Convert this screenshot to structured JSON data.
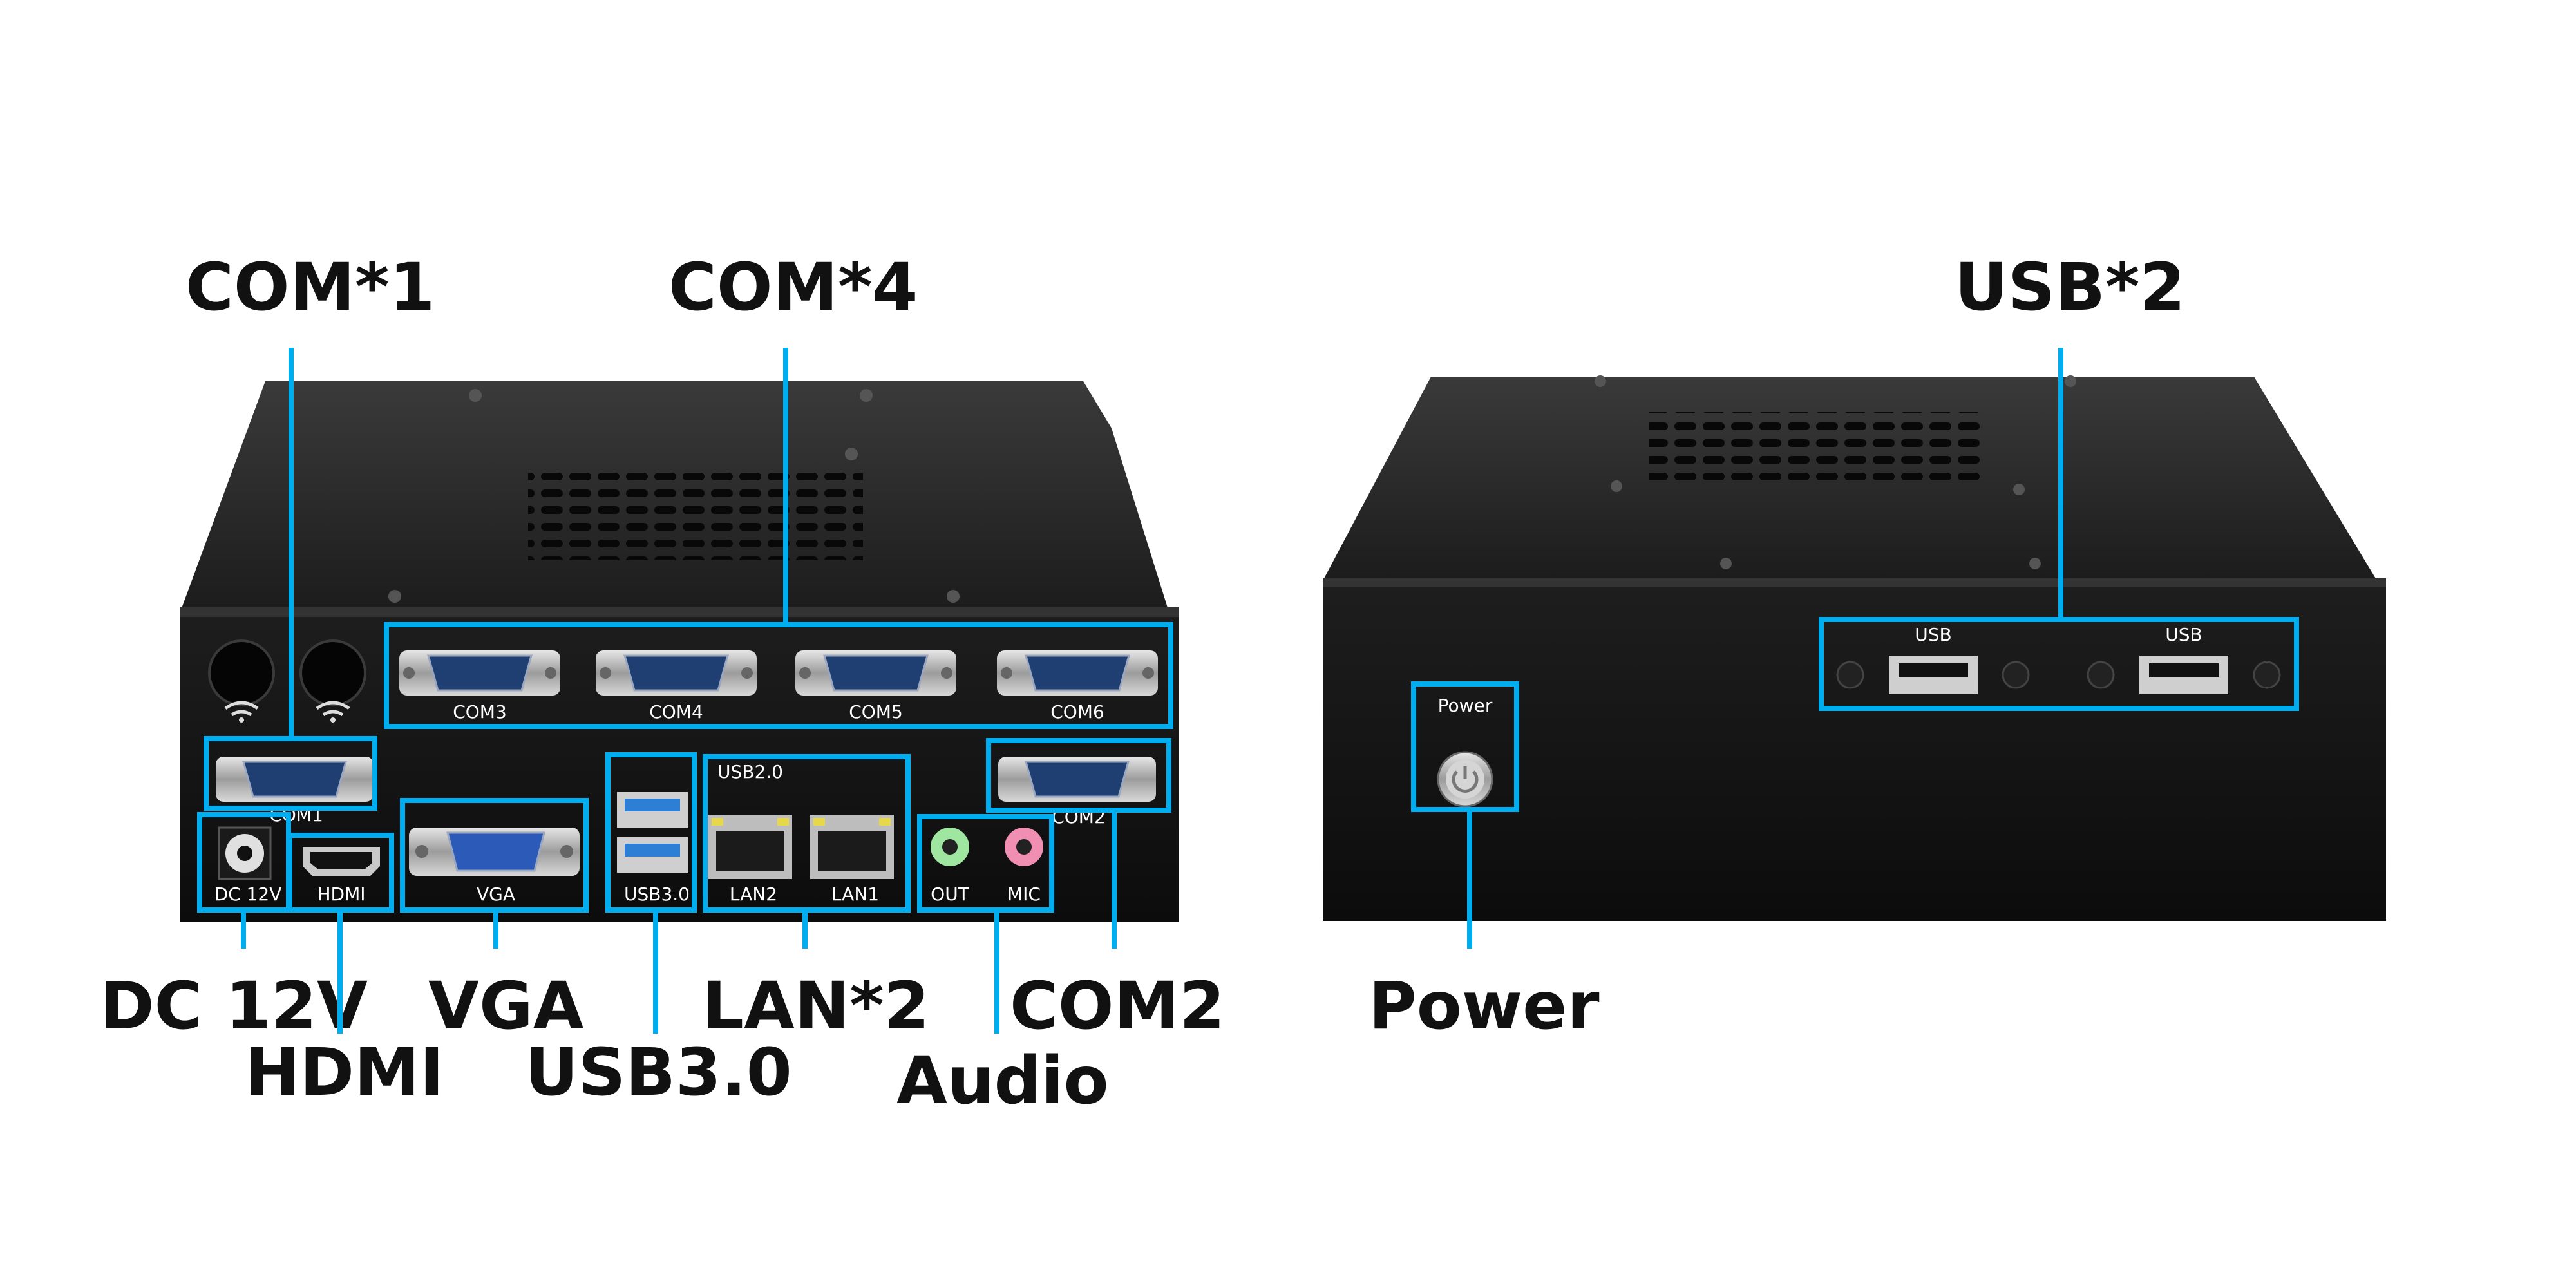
{
  "colors": {
    "accent": "#00AEEF",
    "chassis_top": "#2a2a2a",
    "chassis_front": "#141414",
    "background": "#ffffff",
    "label_text": "#111111"
  },
  "rear_view": {
    "callouts": {
      "com1": "COM*1",
      "com4": "COM*4",
      "dc": "DC 12V",
      "hdmi": "HDMI",
      "vga": "VGA",
      "usb3": "USB3.0",
      "lan": "LAN*2",
      "com2": "COM2",
      "audio": "Audio"
    },
    "port_labels": {
      "com3": "COM3",
      "com4": "COM4",
      "com5": "COM5",
      "com6": "COM6",
      "com1": "COM1",
      "com2": "COM2",
      "dc": "DC 12V",
      "hdmi": "HDMI",
      "vga": "VGA",
      "usb3": "USB3.0",
      "usb2": "USB2.0",
      "lan2": "LAN2",
      "lan1": "LAN1",
      "out": "OUT",
      "mic": "MIC"
    },
    "icons": [
      "wifi-antenna-icon",
      "wifi-antenna-icon"
    ]
  },
  "front_view": {
    "callouts": {
      "usb": "USB*2",
      "power": "Power"
    },
    "port_labels": {
      "usb_left": "USB",
      "usb_right": "USB",
      "power": "Power"
    },
    "icons": [
      "power-icon"
    ]
  }
}
